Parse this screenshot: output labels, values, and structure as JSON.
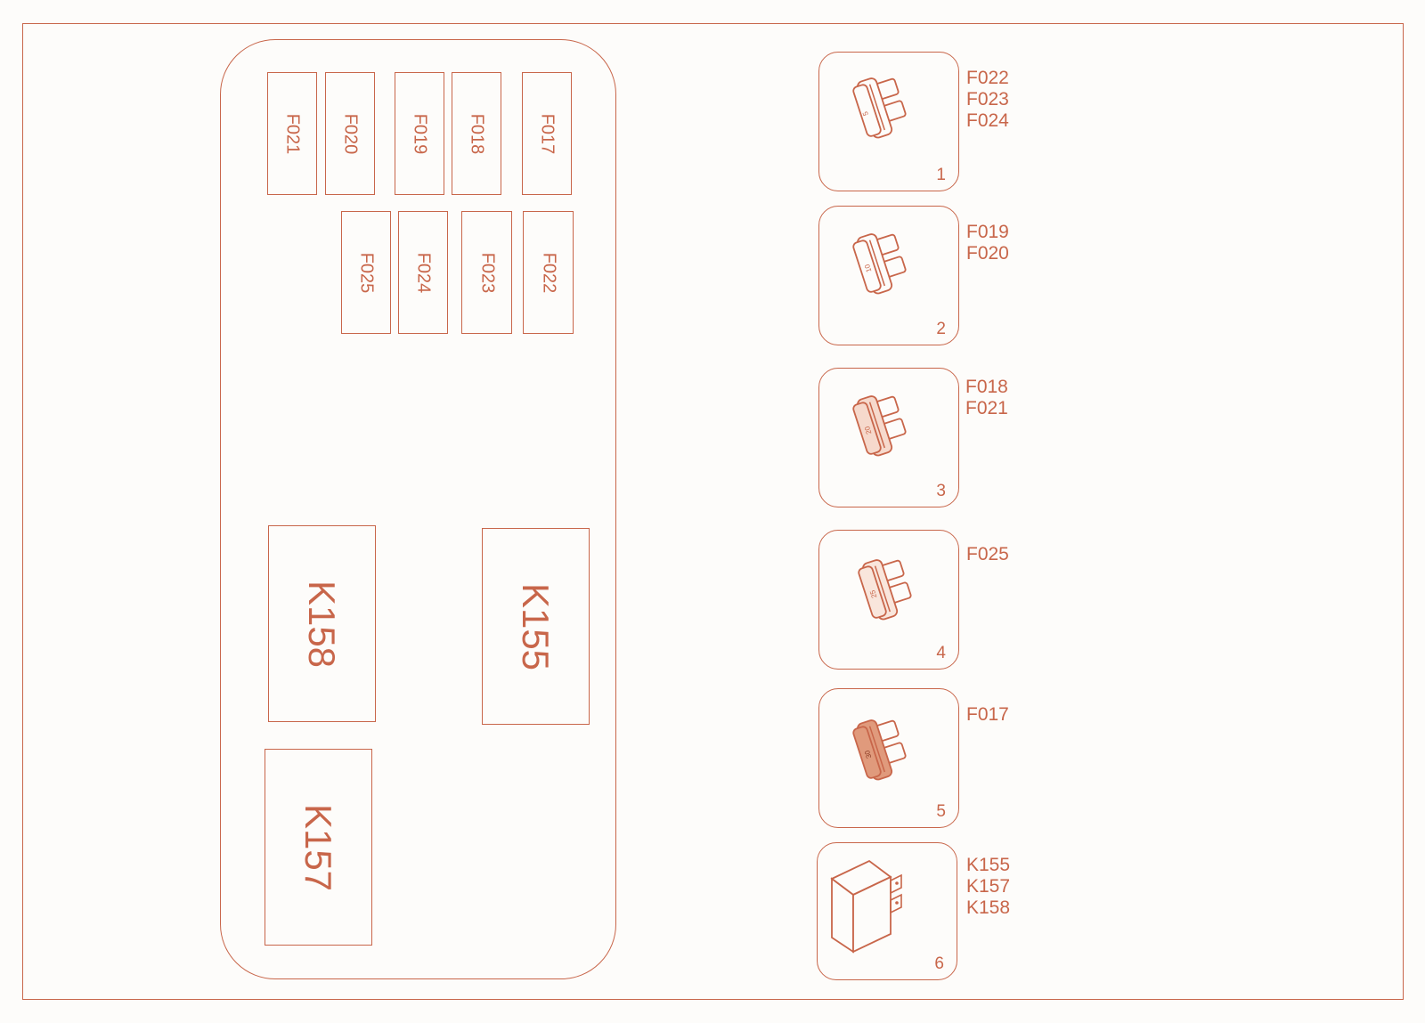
{
  "colors": {
    "accent": "#c8664a",
    "fill_light": "#f6d9cc",
    "fill_mid": "#efb79f",
    "fill_dark": "#e09a7c"
  },
  "fuse_box": {
    "fuse_slots": [
      "F021",
      "F020",
      "F019",
      "F018",
      "F017",
      "F025",
      "F024",
      "F023",
      "F022"
    ],
    "relay_slots": [
      "K158",
      "K155",
      "K157"
    ]
  },
  "legend": [
    {
      "number": "1",
      "icon": "fuse-5a-icon",
      "rating": "5",
      "items": [
        "F022",
        "F023",
        "F024"
      ]
    },
    {
      "number": "2",
      "icon": "fuse-10a-icon",
      "rating": "10",
      "items": [
        "F019",
        "F020"
      ]
    },
    {
      "number": "3",
      "icon": "fuse-20a-icon",
      "rating": "20",
      "items": [
        "F018",
        "F021"
      ]
    },
    {
      "number": "4",
      "icon": "fuse-25a-icon",
      "rating": "25",
      "items": [
        "F025"
      ]
    },
    {
      "number": "5",
      "icon": "fuse-30a-icon",
      "rating": "30",
      "items": [
        "F017"
      ]
    },
    {
      "number": "6",
      "icon": "relay-icon",
      "items": [
        "K155",
        "K157",
        "K158"
      ]
    }
  ]
}
